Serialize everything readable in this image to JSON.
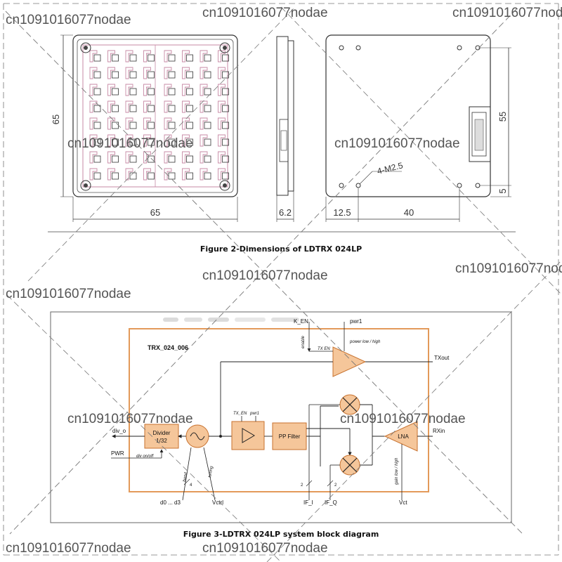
{
  "figure2": {
    "caption": "Figure 2-Dimensions of LDTRX 024LP",
    "dim_front_height": "65",
    "dim_front_width": "65",
    "dim_side_thickness": "6.2",
    "dim_back_offset": "12.5",
    "dim_back_hole_spacing": "40",
    "dim_back_height": "55",
    "dim_back_edge": "5",
    "hole_label": "4-M2.5"
  },
  "figure3": {
    "caption": "Figure 3-LDTRX 024LP system block diagram",
    "module_title": "TRX_024_006",
    "blocks": {
      "divider_line1": "Divider",
      "divider_line2": "1/32",
      "pp_filter": "PP Filter",
      "lna": "LNA"
    },
    "ports": {
      "k_en": "K_EN",
      "pwr1_top": "pwr1",
      "enable": "enable",
      "tx_en_top": "TX EN",
      "power_lowhigh": "power low / high",
      "txout": "TXout",
      "div_o": "div_o",
      "pwr": "PWR",
      "div_onoff": "div on/off",
      "tx_en_mid": "TX_EN",
      "pwr1_mid": "pwr1",
      "rxin": "RXin",
      "band": "band",
      "tuning": "tuning",
      "bus4": "4",
      "d0d3": "d0 ... d3",
      "vctrl": "Vctrl",
      "bus2a": "2",
      "bus2b": "2",
      "if_i": "IF_I",
      "if_q": "IF_Q",
      "gain": "gain low / high",
      "vct": "Vct"
    }
  },
  "watermarks": [
    "cn1091016077nodae",
    "cn1091016077nodae",
    "cn1091016077nodae",
    "cn1091016077nodae",
    "cn1091016077nodae",
    "cn1091016077nodae",
    "cn1091016077nodae",
    "cn1091016077nodae",
    "cn1091016077nodae",
    "cn1091016077nodae",
    "cn1091016077nodae",
    "cn1091016077nodae"
  ],
  "colors": {
    "module_border": "#e39a5a",
    "block_fill": "#f5c69a",
    "block_stroke": "#c8722f",
    "antenna_pink": "#c78aa5"
  }
}
